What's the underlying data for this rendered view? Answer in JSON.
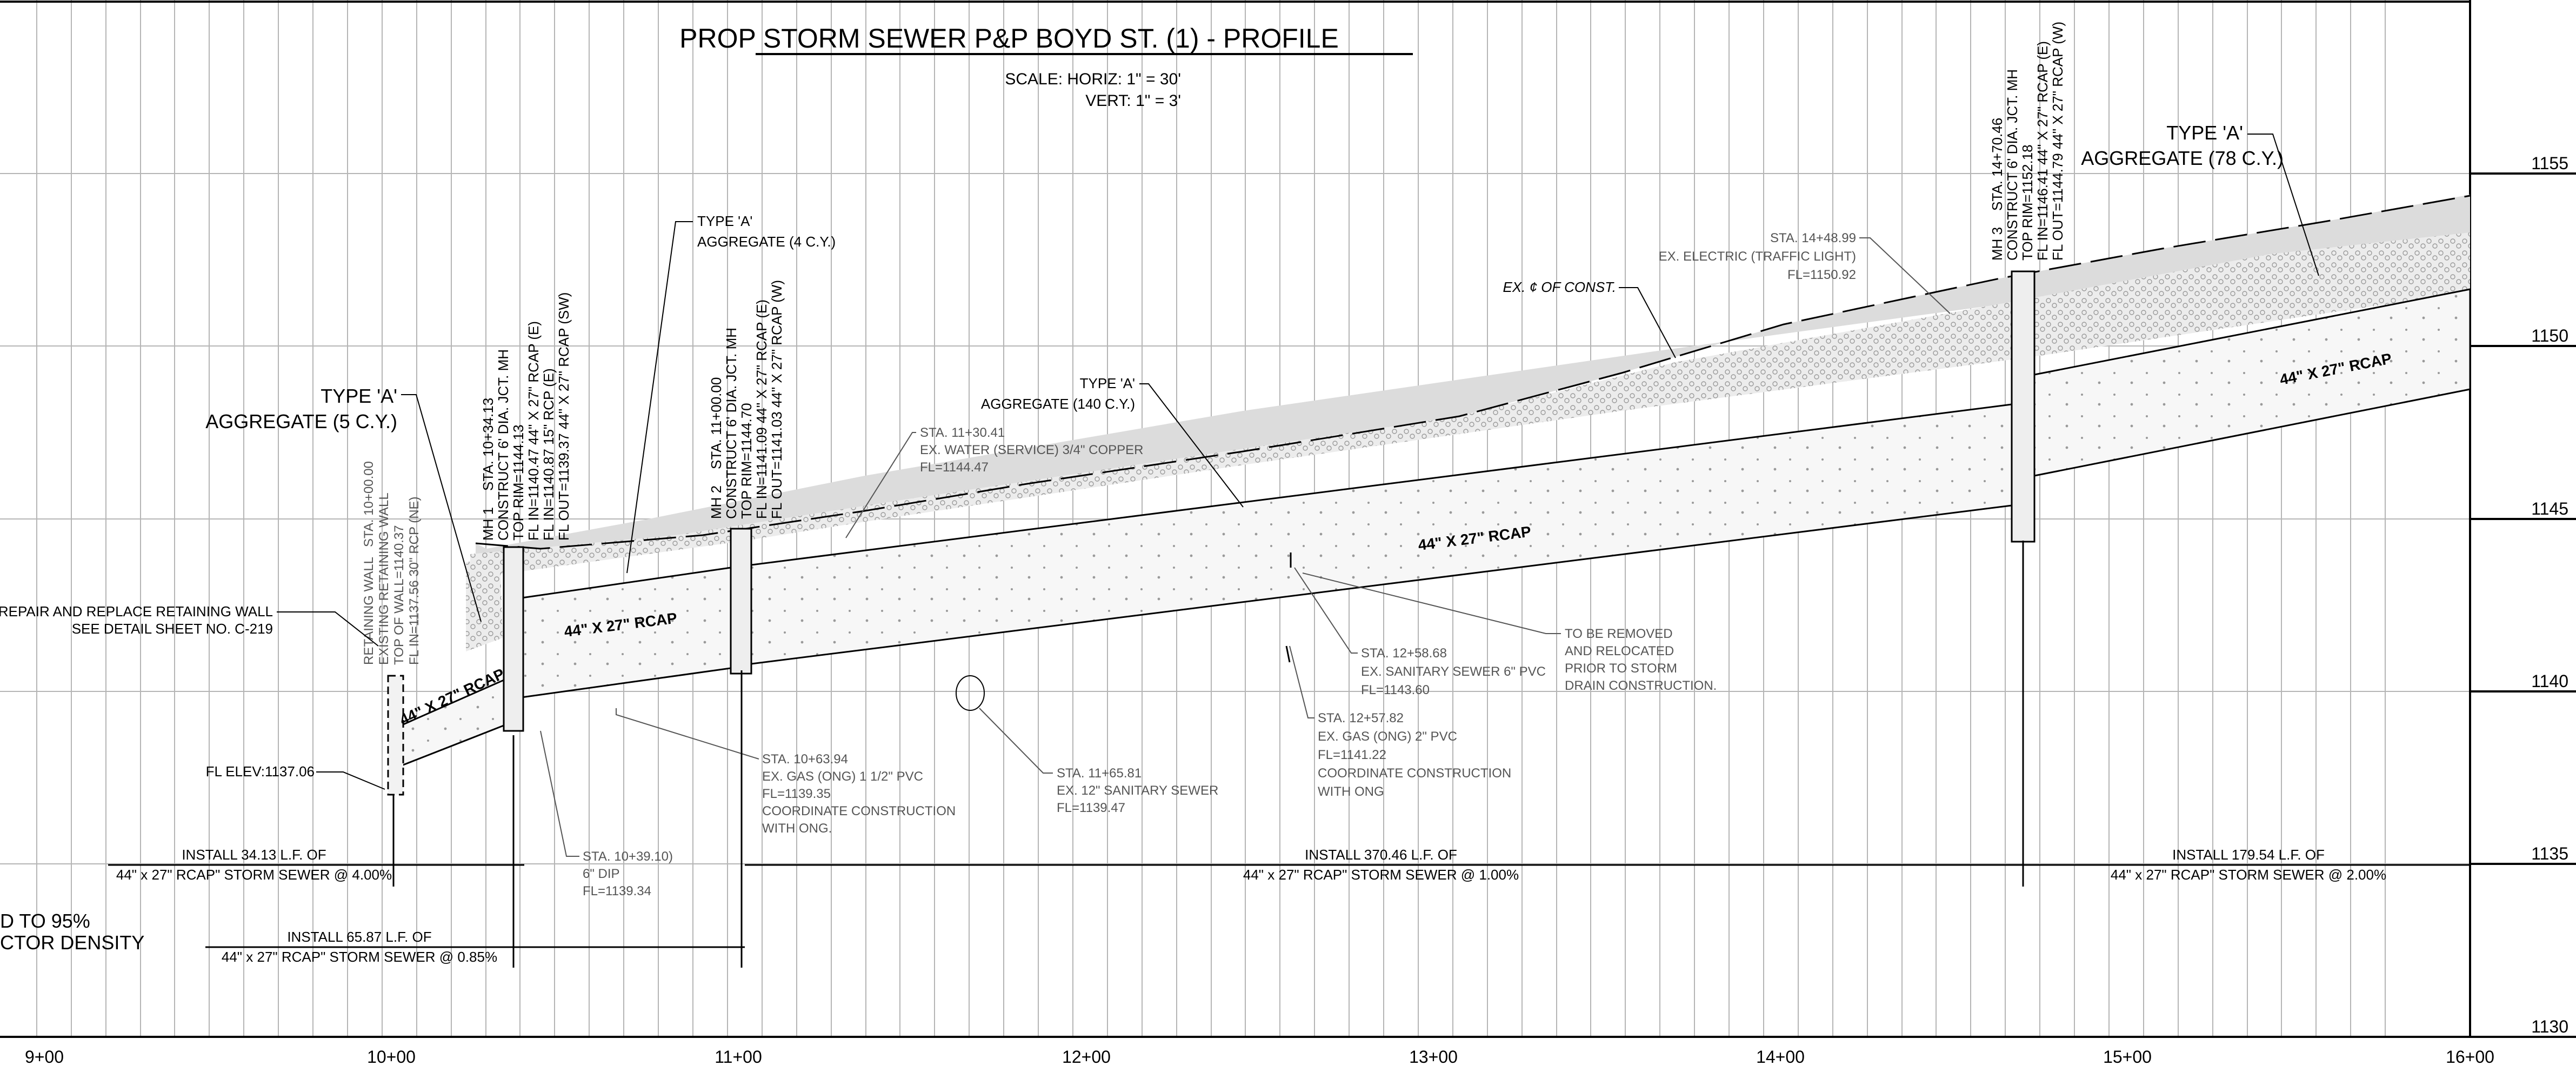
{
  "title": "PROP STORM SEWER P&P BOYD ST. (1) - PROFILE",
  "scale": {
    "horiz": "SCALE:  HORIZ:  1\" = 30'",
    "vert": "VERT:   1\" = 3'"
  },
  "stations": [
    "9+00",
    "10+00",
    "11+00",
    "12+00",
    "13+00",
    "14+00",
    "15+00",
    "16+00"
  ],
  "elevations": [
    "1155",
    "1150",
    "1145",
    "1140",
    "1135",
    "1130"
  ],
  "manholes": [
    {
      "tag": "MH 1",
      "lines": [
        "STA. 10+34.13",
        "CONSTRUCT 6' DIA. JCT. MH",
        "TOP RIM=1144.13",
        "FL IN=1140.47 44\" X 27\" RCAP (E)",
        "FL IN=1140.87 15\" RCP (E)",
        "FL OUT=1139.37 44\" X 27\" RCAP (SW)"
      ]
    },
    {
      "tag": "MH 2",
      "lines": [
        "STA. 11+00.00",
        "CONSTRUCT 6' DIA. JCT. MH",
        "TOP RIM=1144.70",
        "FL IN=1141.09 44\" X 27\" RCAP (E)",
        "FL OUT=1141.03 44\" X 27\" RCAP (W)"
      ]
    },
    {
      "tag": "MH 3",
      "lines": [
        "STA. 14+70.46",
        "CONSTRUCT 6' DIA. JCT. MH",
        "TOP RIM=1152.18",
        "FL IN=1146.41 44\" X 27\" RCAP (E)",
        "FL OUT=1144.79 44\" X 27\" RCAP (W)"
      ]
    }
  ],
  "retaining_wall": {
    "tag": "RETAINING WALL",
    "lines": [
      "STA. 10+00.00",
      "EXISTING RETAINING WALL",
      "TOP OF WALL=1140.37",
      "FL IN=1137.56 30\" RCP (NE)"
    ]
  },
  "aggregates": [
    {
      "line1": "TYPE 'A'",
      "line2": "AGGREGATE (5 C.Y.)"
    },
    {
      "line1": "TYPE 'A'",
      "line2": "AGGREGATE (4 C.Y.)"
    },
    {
      "line1": "TYPE 'A'",
      "line2": "AGGREGATE (140 C.Y.)"
    },
    {
      "line1": "TYPE 'A'",
      "line2": "AGGREGATE (78 C.Y.)"
    }
  ],
  "pipe_labels": [
    "44\" X 27\" RCAP",
    "44\" X 27\" RCAP",
    "44\" X 27\" RCAP",
    "44\" X 27\" RCAP"
  ],
  "callouts": {
    "wall_repair": [
      "REPAIR AND REPLACE RETAINING WALL",
      "SEE DETAIL SHEET NO. C-219"
    ],
    "fl_elev": "FL ELEV:1137.06",
    "water": [
      "STA. 11+30.41",
      "EX. WATER (SERVICE) 3/4\" COPPER",
      "FL=1144.47"
    ],
    "electric": [
      "STA. 14+48.99",
      "EX. ELECTRIC (TRAFFIC LIGHT)",
      "FL=1150.92"
    ],
    "ex_const": "EX. ¢ OF CONST.",
    "gas_1": [
      "STA. 10+63.94",
      "EX. GAS (ONG) 1 1/2\" PVC",
      "FL=1139.35",
      "COORDINATE CONSTRUCTION",
      "WITH ONG."
    ],
    "dip": [
      "STA. 10+39.10)",
      "6\" DIP",
      "FL=1139.34"
    ],
    "sanitary_12": [
      "STA. 11+65.81",
      "EX. 12\" SANITARY SEWER",
      "FL=1139.47"
    ],
    "sanitary_6": [
      "STA. 12+58.68",
      "EX. SANITARY SEWER 6\" PVC",
      "FL=1143.60"
    ],
    "remove": [
      "TO BE REMOVED",
      "AND RELOCATED",
      "PRIOR TO STORM",
      "DRAIN CONSTRUCTION."
    ],
    "gas_2": [
      "STA. 12+57.82",
      "EX. GAS (ONG) 2\" PVC",
      "FL=1141.22",
      "COORDINATE CONSTRUCTION",
      "WITH ONG"
    ],
    "compaction": [
      "D TO 95%",
      "CTOR DENSITY"
    ]
  },
  "install": [
    {
      "line1": "INSTALL 34.13 L.F. OF",
      "line2": "44\" x 27\" RCAP\" STORM SEWER @ 4.00%"
    },
    {
      "line1": "INSTALL 65.87 L.F. OF",
      "line2": "44\" x 27\" RCAP\" STORM SEWER @ 0.85%"
    },
    {
      "line1": "INSTALL 370.46 L.F. OF",
      "line2": "44\" x 27\" RCAP\" STORM SEWER @ 1.00%"
    },
    {
      "line1": "INSTALL 179.54 L.F. OF",
      "line2": "44\" x 27\" RCAP\" STORM SEWER @ 2.00%"
    }
  ],
  "colors": {
    "ground_fill": "#dcdcdc",
    "aggregate_fill": "#eeeeee",
    "pipe_fill": "#f6f6f6",
    "grid": "#b5b5b5",
    "ink": "#000000"
  }
}
